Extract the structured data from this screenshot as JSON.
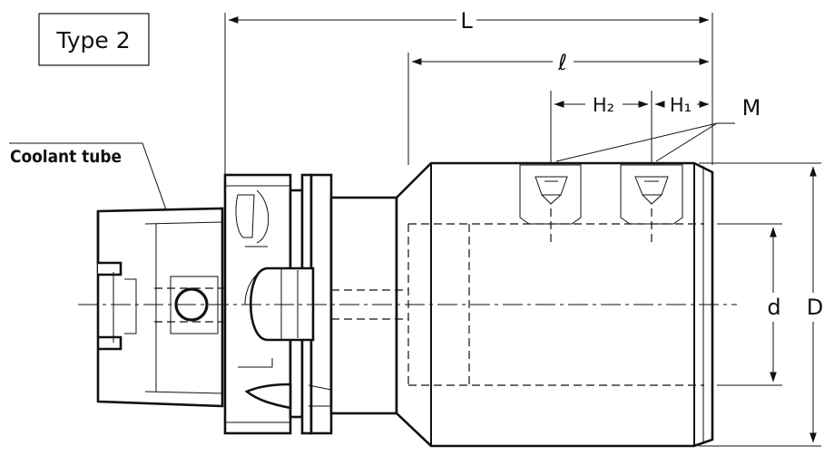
{
  "type_label": "Type 2",
  "callouts": {
    "coolant_tube": "Coolant tube",
    "screws": "M"
  },
  "dimensions": {
    "overall_length": "L",
    "body_length": "ℓ",
    "screw_pitch_2": "H₂",
    "screw_pitch_1": "H₁",
    "bore_diameter": "d",
    "outer_diameter": "D"
  },
  "colors": {
    "line": "#111111",
    "background": "#ffffff"
  }
}
